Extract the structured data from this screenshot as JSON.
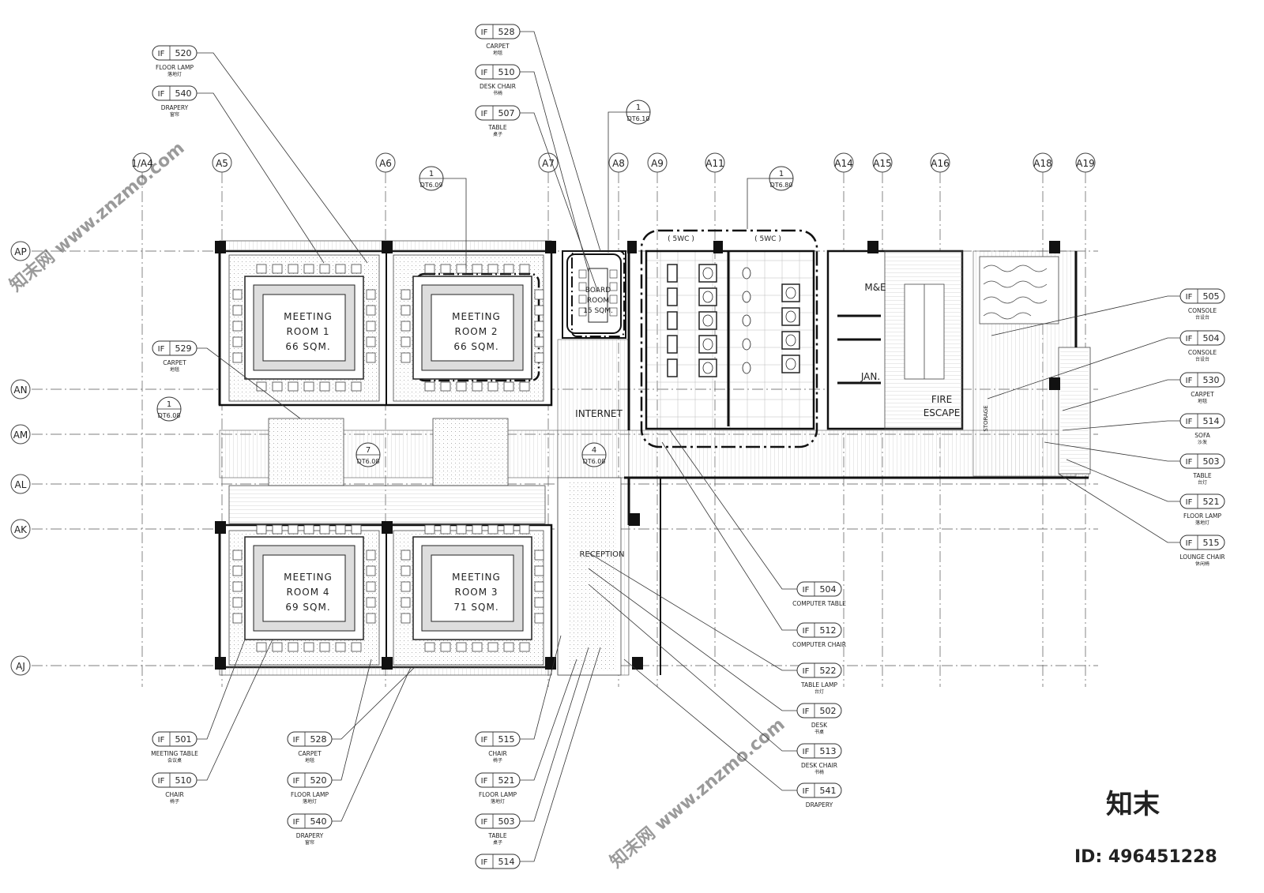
{
  "grid_top": [
    "1/A4",
    "A5",
    "A6",
    "A7",
    "A8",
    "A9",
    "A11",
    "A14",
    "A15",
    "A16",
    "A18",
    "A19"
  ],
  "grid_left": [
    "AP",
    "AN",
    "AM",
    "AL",
    "AK",
    "AJ"
  ],
  "detail_refs": [
    {
      "num": "1",
      "sheet": "DT6.10"
    },
    {
      "num": "1",
      "sheet": "DT6.09"
    },
    {
      "num": "1",
      "sheet": "DT6.80"
    },
    {
      "num": "1",
      "sheet": "DT6.08"
    },
    {
      "num": "7",
      "sheet": "DT6.08"
    },
    {
      "num": "4",
      "sheet": "DT6.08"
    }
  ],
  "rooms": {
    "meeting1": [
      "MEETING",
      "ROOM 1",
      "66 SQM."
    ],
    "meeting2": [
      "MEETING",
      "ROOM 2",
      "66 SQM."
    ],
    "meeting3": [
      "MEETING",
      "ROOM 3",
      "71 SQM."
    ],
    "meeting4": [
      "MEETING",
      "ROOM 4",
      "69 SQM."
    ],
    "board": [
      "BOARD",
      "ROOM",
      "15 SQM."
    ],
    "wc_a": "( 5WC )",
    "wc_b": "( 5WC )",
    "internet": "INTERNET",
    "reception": "RECEPTION",
    "me": "M&E",
    "jan": "JAN.",
    "fire": [
      "FIRE",
      "ESCAPE"
    ],
    "storage": "STORAGE"
  },
  "tags": {
    "top": [
      {
        "prefix": "IF",
        "code": "520",
        "en": "FLOOR LAMP",
        "cn": "落地灯"
      },
      {
        "prefix": "IF",
        "code": "540",
        "en": "DRAPERY",
        "cn": "窗帘"
      },
      {
        "prefix": "IF",
        "code": "529",
        "en": "CARPET",
        "cn": "地毯"
      },
      {
        "prefix": "IF",
        "code": "528",
        "en": "CARPET",
        "cn": "地毯"
      },
      {
        "prefix": "IF",
        "code": "510",
        "en": "DESK CHAIR",
        "cn": "书椅"
      },
      {
        "prefix": "IF",
        "code": "507",
        "en": "TABLE",
        "cn": "桌子"
      }
    ],
    "right": [
      {
        "prefix": "IF",
        "code": "505",
        "en": "CONSOLE",
        "cn": "台设台"
      },
      {
        "prefix": "IF",
        "code": "504",
        "en": "CONSOLE",
        "cn": "台设台"
      },
      {
        "prefix": "IF",
        "code": "530",
        "en": "CARPET",
        "cn": "地毯"
      },
      {
        "prefix": "IF",
        "code": "514",
        "en": "SOFA",
        "cn": "沙发"
      },
      {
        "prefix": "IF",
        "code": "503",
        "en": "TABLE",
        "cn": "台灯"
      },
      {
        "prefix": "IF",
        "code": "521",
        "en": "FLOOR LAMP",
        "cn": "落地灯"
      },
      {
        "prefix": "IF",
        "code": "515",
        "en": "LOUNGE CHAIR",
        "cn": "休闲椅"
      }
    ],
    "middle": [
      {
        "prefix": "IF",
        "code": "504",
        "en": "COMPUTER TABLE",
        "cn": ""
      },
      {
        "prefix": "IF",
        "code": "512",
        "en": "COMPUTER CHAIR",
        "cn": ""
      },
      {
        "prefix": "IF",
        "code": "522",
        "en": "TABLE LAMP",
        "cn": "台灯"
      },
      {
        "prefix": "IF",
        "code": "502",
        "en": "DESK",
        "cn": "书桌"
      },
      {
        "prefix": "IF",
        "code": "513",
        "en": "DESK CHAIR",
        "cn": "书椅"
      },
      {
        "prefix": "IF",
        "code": "541",
        "en": "DRAPERY",
        "cn": ""
      }
    ],
    "bottom_a": [
      {
        "prefix": "IF",
        "code": "501",
        "en": "MEETING TABLE",
        "cn": "会议桌"
      },
      {
        "prefix": "IF",
        "code": "510",
        "en": "CHAIR",
        "cn": "椅子"
      }
    ],
    "bottom_b": [
      {
        "prefix": "IF",
        "code": "528",
        "en": "CARPET",
        "cn": "地毯"
      },
      {
        "prefix": "IF",
        "code": "520",
        "en": "FLOOR LAMP",
        "cn": "落地灯"
      },
      {
        "prefix": "IF",
        "code": "540",
        "en": "DRAPERY",
        "cn": "窗帘"
      }
    ],
    "bottom_c": [
      {
        "prefix": "IF",
        "code": "515",
        "en": "CHAIR",
        "cn": "椅子"
      },
      {
        "prefix": "IF",
        "code": "521",
        "en": "FLOOR LAMP",
        "cn": "落地灯"
      },
      {
        "prefix": "IF",
        "code": "503",
        "en": "TABLE",
        "cn": "桌子"
      },
      {
        "prefix": "IF",
        "code": "514",
        "en": ""
      }
    ]
  },
  "watermark": {
    "site": "知末网 www.znzmo.com",
    "logo": "知末",
    "id": "ID: 496451228"
  }
}
